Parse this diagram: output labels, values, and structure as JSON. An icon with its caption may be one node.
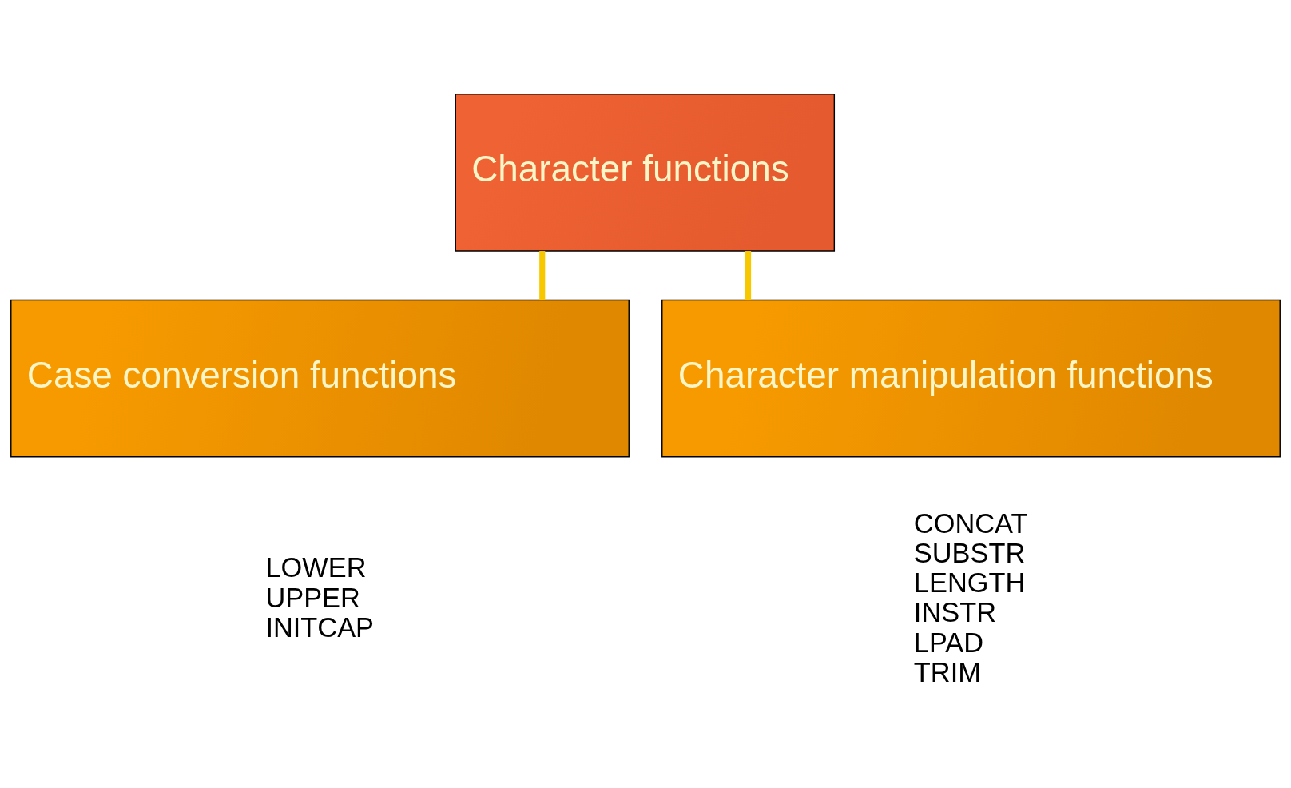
{
  "diagram": {
    "nodes": [
      {
        "text": [
          "Character functions"
        ]
      },
      {
        "text": [
          "Case conversion functions"
        ],
        "beside": [
          "LOWER",
          "UPPER",
          "INITCAP"
        ]
      },
      {
        "text": [
          "Character manipulation functions"
        ],
        "beside": [
          "CONCAT",
          "SUBSTR",
          "LENGTH",
          "INSTR",
          "LPAD",
          "TRIM"
        ]
      }
    ],
    "edges": [
      {
        "from": 0,
        "to": 1,
        "arrow": "none"
      },
      {
        "from": 0,
        "to": 2,
        "arrow": "none"
      }
    ]
  }
}
